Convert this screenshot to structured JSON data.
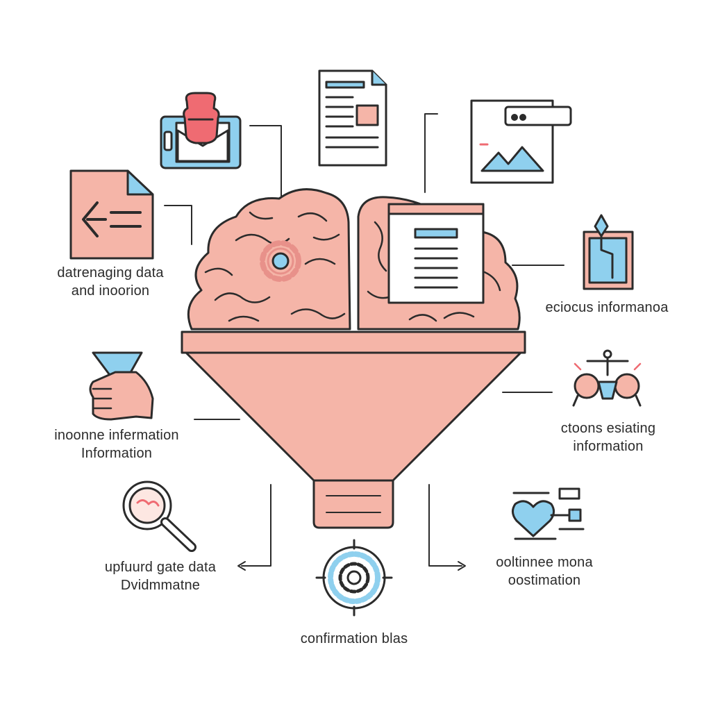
{
  "colors": {
    "outline": "#2b2b2b",
    "pink": "#f5b5a8",
    "pink_dark": "#e8918a",
    "red": "#ef6b72",
    "blue": "#8fd0ee",
    "bg": "#ffffff"
  },
  "labels": {
    "left_top": [
      "datrenaging data",
      "and inoorion"
    ],
    "left_mid": [
      "inoonne infermation",
      "Information"
    ],
    "left_bottom": [
      "upfuurd gate data",
      "Dvidmmatne"
    ],
    "bottom": [
      "confirmation blas"
    ],
    "right_top": [
      "eciocus informanoa"
    ],
    "right_mid": [
      "ctoons esiating",
      "information"
    ],
    "right_bottom": [
      "ooltinnee mona",
      "oostimation"
    ]
  },
  "icons": [
    "tablet-icon",
    "document-icon",
    "browser-chart-icon",
    "file-back-arrow-icon",
    "diamond-flask-icon",
    "hand-holding-cup-icon",
    "balance-people-icon",
    "magnifier-icon",
    "heart-dashboard-icon",
    "target-gear-icon",
    "brain-icon",
    "funnel-icon",
    "gear-icon",
    "window-icon"
  ]
}
